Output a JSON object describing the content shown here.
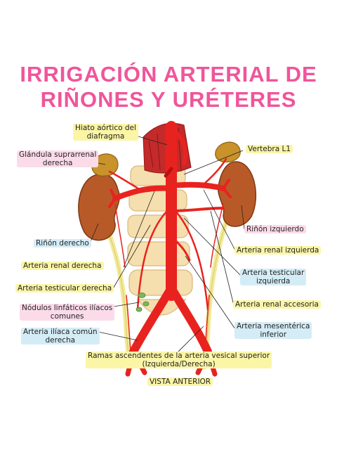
{
  "title": {
    "line1": "IRRIGACIÓN ARTERIAL DE",
    "line2": "RIÑONES Y URÉTERES"
  },
  "labels": {
    "hiato": [
      "Hiato aórtico del",
      "diafragma"
    ],
    "glandula": [
      "Glándula suprarrenal",
      "derecha"
    ],
    "vertebra": [
      "Vertebra L1"
    ],
    "rinon_izq": [
      "Riñón izquierdo"
    ],
    "rinon_der": [
      "Riñón derecho"
    ],
    "renal_izq": [
      "Arteria renal izquierda"
    ],
    "renal_der": [
      "Arteria renal derecha"
    ],
    "testicular_izq": [
      "Arteria testicular",
      "izquierda"
    ],
    "testicular_der": [
      "Arteria testicular derecha"
    ],
    "renal_accesoria": [
      "Arteria renal accesoria"
    ],
    "nodulos": [
      "Nódulos linfáticos ilíacos",
      "comunes"
    ],
    "mesenterica": [
      "Arteria mesentérica",
      "inferior"
    ],
    "iliaca": [
      "Arteria ilíaca común",
      "derecha"
    ],
    "ramas": [
      "Ramas ascendentes de la arteria vesical superior",
      "(Izquierda/Derecha)"
    ],
    "vista": [
      "VISTA ANTERIOR"
    ]
  },
  "colors": {
    "title": "#f0559a",
    "artery": "#e8231f",
    "artery_dark": "#b8120f",
    "kidney": "#b85a28",
    "adrenal": "#c9922a",
    "ureter": "#f3ea9a",
    "vertebra": "#f5dfae",
    "diaphragm": "#c42a2a",
    "highlight_yellow": "#fbf5a6",
    "highlight_pink": "#fcdbe9",
    "highlight_blue": "#d4ecf6"
  }
}
